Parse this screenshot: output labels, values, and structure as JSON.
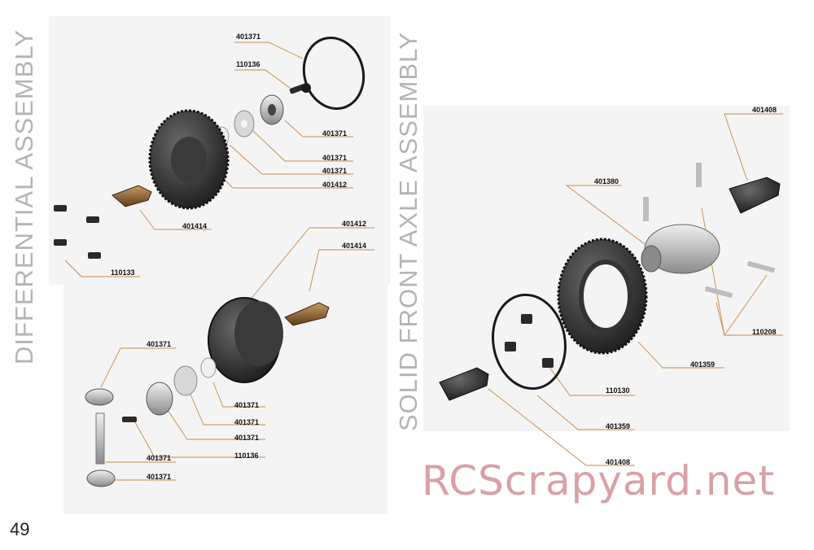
{
  "page_number": "49",
  "watermark": "RCScrapyard.net",
  "differential": {
    "title": "DIFFERENTIAL ASSEMBLY",
    "labels": [
      "401371",
      "110136",
      "401371",
      "401371",
      "401371",
      "401412",
      "401414",
      "110133",
      "401412",
      "401414",
      "401371",
      "401371",
      "401371",
      "401371",
      "110136",
      "401371",
      "401371"
    ]
  },
  "front_axle": {
    "title": "SOLID FRONT AXLE ASSEMBLY",
    "labels": [
      "401408",
      "401380",
      "110208",
      "401359",
      "110130",
      "401359",
      "401408"
    ]
  },
  "colors": {
    "part_dark": "#2a2a2a",
    "part_bronze": "#7a5630",
    "leader_line": "#c98a4a",
    "title_gray": "#b4b4b4"
  }
}
